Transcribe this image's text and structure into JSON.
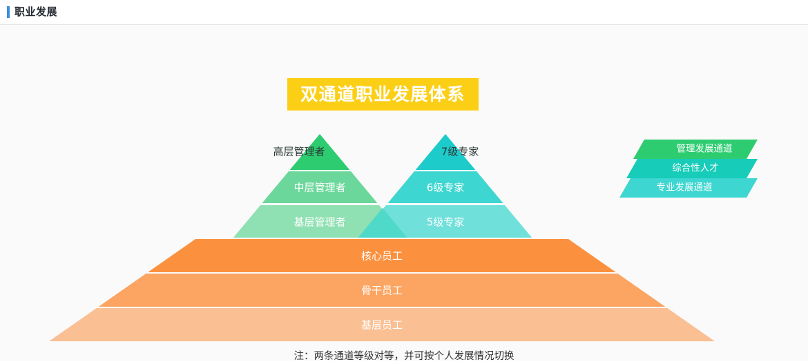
{
  "header": {
    "title": "职业发展",
    "accent_color": "#3e8ddd"
  },
  "banner": {
    "text": "双通道职业发展体系",
    "background_color": "#FCCF17",
    "text_color": "#ffffff"
  },
  "pyramid": {
    "management_channel": [
      {
        "label": "高层管理者",
        "color": "#2ECC71"
      },
      {
        "label": "中层管理者",
        "color": "#6BD79B"
      },
      {
        "label": "基层管理者",
        "color": "#8FE0B2"
      }
    ],
    "specialist_channel": [
      {
        "label": "7级专家",
        "color": "#1ECBCB"
      },
      {
        "label": "6级专家",
        "color": "#3DD6D0"
      },
      {
        "label": "5级专家",
        "color": "#6FE0DA"
      }
    ],
    "overlap_color": "#17CCB8",
    "base_layers": [
      {
        "label": "核心员工",
        "color": "#FB913F"
      },
      {
        "label": "骨干员工",
        "color": "#FCA562"
      },
      {
        "label": "基层员工",
        "color": "#FABF92"
      }
    ]
  },
  "legend": {
    "items": [
      {
        "label": "管理发展通道",
        "color": "#2ECC71"
      },
      {
        "label": "综合性人才",
        "color": "#17CCB8"
      },
      {
        "label": "专业发展通道",
        "color": "#3DD6D0"
      }
    ]
  },
  "footnote": {
    "text": "注：两条通道等级对等，并可按个人发展情况切换"
  }
}
